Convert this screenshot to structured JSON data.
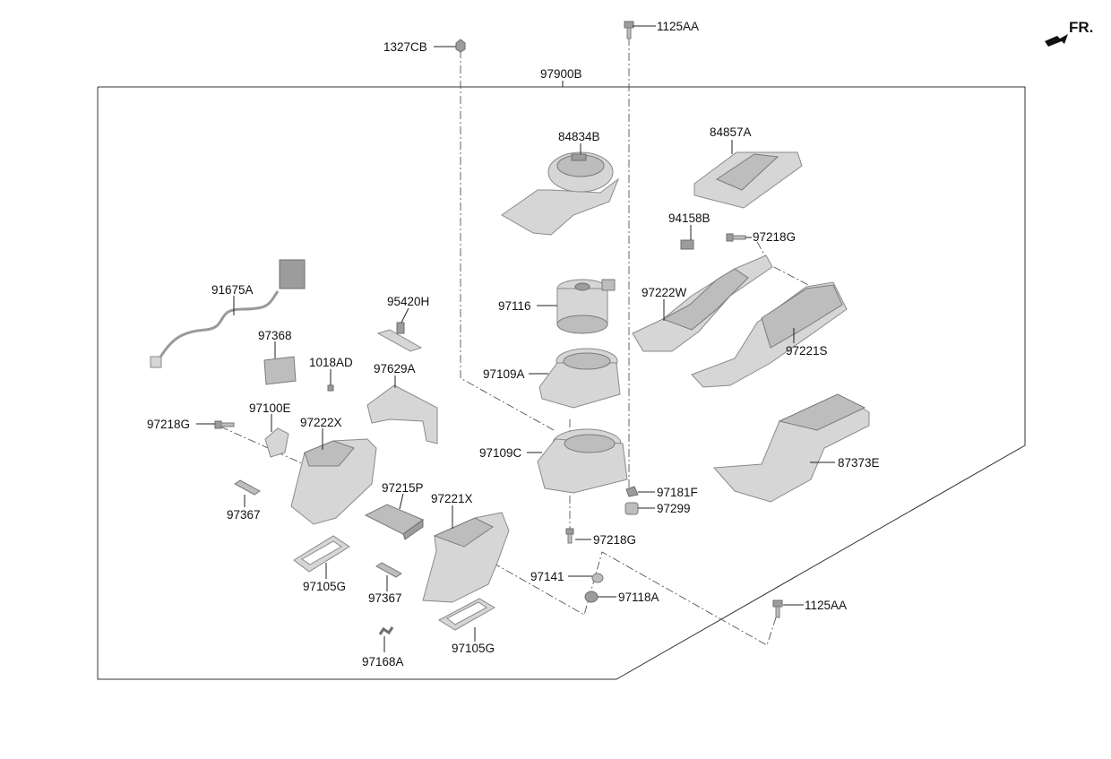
{
  "direction_marker": {
    "label": "FR."
  },
  "labels": {
    "p1125AA_top": "1125AA",
    "p1327CB": "1327CB",
    "p97900B": "97900B",
    "p84834B": "84834B",
    "p84857A": "84857A",
    "p94158B": "94158B",
    "p97218G_upper_right": "97218G",
    "p91675A": "91675A",
    "p95420H": "95420H",
    "p97222W": "97222W",
    "p97116": "97116",
    "p97368": "97368",
    "p97221S": "97221S",
    "p1018AD": "1018AD",
    "p97629A": "97629A",
    "p97109A": "97109A",
    "p97100E": "97100E",
    "p97218G_left": "97218G",
    "p97222X": "97222X",
    "p97109C": "97109C",
    "p87373E": "87373E",
    "p97215P": "97215P",
    "p97221X": "97221X",
    "p97181F": "97181F",
    "p97367_left": "97367",
    "p97299": "97299",
    "p97218G_center": "97218G",
    "p97141": "97141",
    "p97105G_left": "97105G",
    "p97367_center": "97367",
    "p97118A": "97118A",
    "p1125AA_right": "1125AA",
    "p97168A": "97168A",
    "p97105G_bottom": "97105G"
  }
}
